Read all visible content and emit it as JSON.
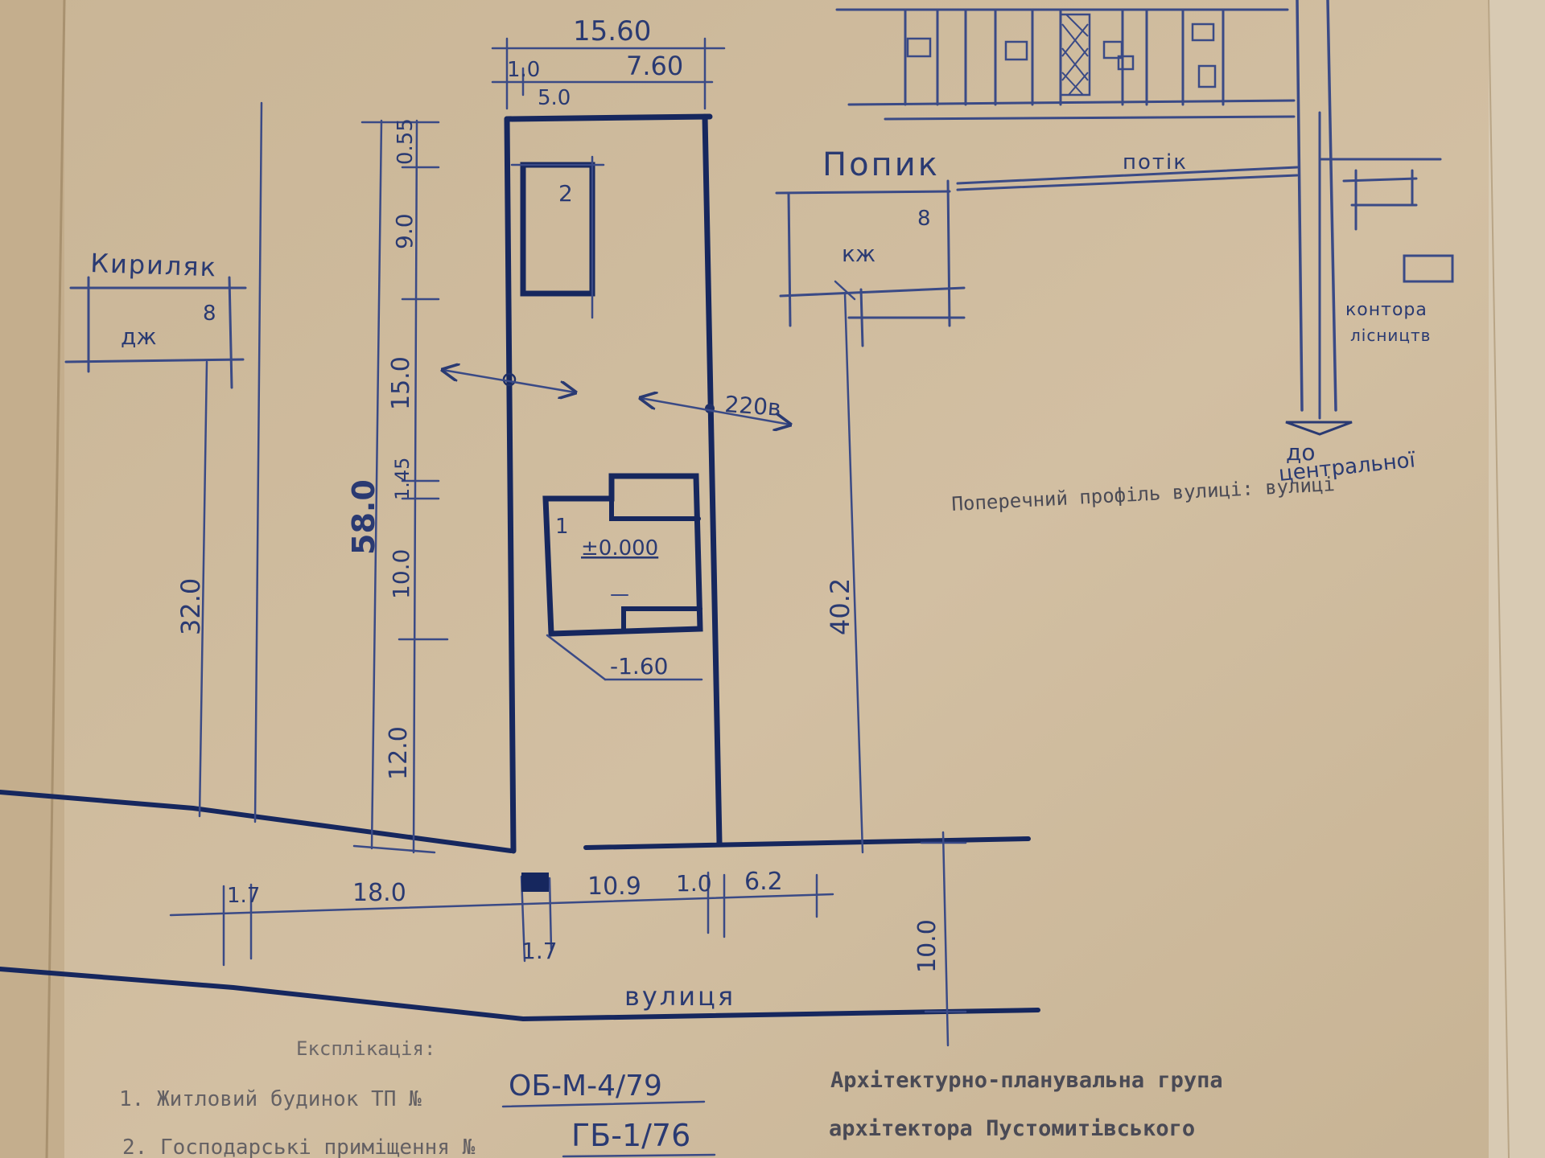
{
  "neighbors": {
    "left_name": "Кириляк",
    "left_house_type": "дж",
    "left_house_number": "8",
    "right_name": "Попик",
    "right_house_type": "кж",
    "right_house_number": "8"
  },
  "plot": {
    "outbuilding_number": "2",
    "house_number": "1",
    "house_level": "±0.000",
    "basement_level": "-1.60",
    "power_label": "220в"
  },
  "dimensions": {
    "total_width": "15.60",
    "width_left": "1.0",
    "width_right": "7.60",
    "width_inner": "5.0",
    "total_depth": "58.0",
    "seg_1": "0.55",
    "seg_2": "9.0",
    "seg_3": "15.0",
    "seg_4": "1.45",
    "seg_5": "10.0",
    "seg_6": "12.0",
    "left_neighbor_depth": "32.0",
    "right_neighbor_depth": "40.2",
    "bottom_1": "1.7",
    "bottom_2": "18.0",
    "bottom_3": "1.7",
    "bottom_4": "10.9",
    "bottom_5": "1.0",
    "bottom_6": "6.2",
    "street_width": "10.0"
  },
  "map_labels": {
    "stream": "потік",
    "office_line1": "контора",
    "office_line2": "лісництв",
    "to_line1": "до",
    "to_line2": "центральної",
    "street": "вулиця",
    "profile_caption": "Поперечний профіль вулиці: вулиці"
  },
  "legend": {
    "heading": "Експлікація:",
    "item1_text": "1. Житловий будинок ТП №",
    "item1_code": "ОБ-М-4/79",
    "item2_text": "2. Господарські приміщення №",
    "item2_code": "ГБ-1/76"
  },
  "credits": {
    "line1": "Архітектурно-планувальна група",
    "line2": "архітектора Пустомитівського"
  }
}
